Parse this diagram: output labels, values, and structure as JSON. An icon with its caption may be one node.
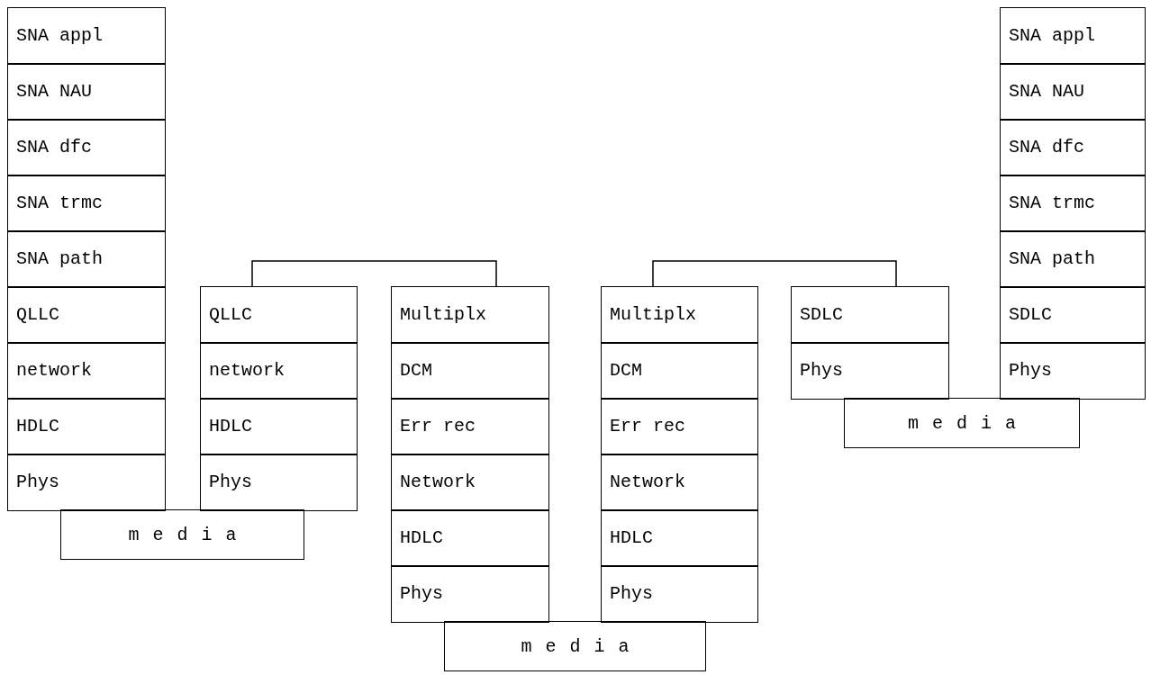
{
  "diagram": {
    "nodes": [
      {
        "text": [
          "SNA appl"
        ]
      },
      {
        "text": [
          "SNA NAU"
        ]
      },
      {
        "text": [
          "SNA dfc"
        ]
      },
      {
        "text": [
          "SNA trmc"
        ]
      },
      {
        "text": [
          "SNA path"
        ]
      },
      {
        "text": [
          "QLLC"
        ]
      },
      {
        "text": [
          "network"
        ]
      },
      {
        "text": [
          "HDLC"
        ]
      },
      {
        "text": [
          "Phys"
        ]
      },
      {
        "text": [
          "QLLC"
        ]
      },
      {
        "text": [
          "network"
        ]
      },
      {
        "text": [
          "HDLC"
        ]
      },
      {
        "text": [
          "Phys"
        ]
      },
      {
        "text": [
          "media"
        ]
      },
      {
        "text": [
          "Multiplx"
        ]
      },
      {
        "text": [
          "DCM"
        ]
      },
      {
        "text": [
          "Err rec"
        ]
      },
      {
        "text": [
          "Network"
        ]
      },
      {
        "text": [
          "HDLC"
        ]
      },
      {
        "text": [
          "Phys"
        ]
      },
      {
        "text": [
          "Multiplx"
        ]
      },
      {
        "text": [
          "DCM"
        ]
      },
      {
        "text": [
          "Err rec"
        ]
      },
      {
        "text": [
          "Network"
        ]
      },
      {
        "text": [
          "HDLC"
        ]
      },
      {
        "text": [
          "Phys"
        ]
      },
      {
        "text": [
          "media"
        ]
      },
      {
        "text": [
          "SDLC"
        ]
      },
      {
        "text": [
          "Phys"
        ]
      },
      {
        "text": [
          "SNA appl"
        ]
      },
      {
        "text": [
          "SNA NAU"
        ]
      },
      {
        "text": [
          "SNA dfc"
        ]
      },
      {
        "text": [
          "SNA trmc"
        ]
      },
      {
        "text": [
          "SNA path"
        ]
      },
      {
        "text": [
          "SDLC"
        ]
      },
      {
        "text": [
          "Phys"
        ]
      },
      {
        "text": [
          "media"
        ]
      }
    ],
    "edges": [
      {
        "from": 9,
        "to": 14,
        "arrow": "none"
      },
      {
        "from": 20,
        "to": 27,
        "arrow": "none"
      }
    ]
  }
}
